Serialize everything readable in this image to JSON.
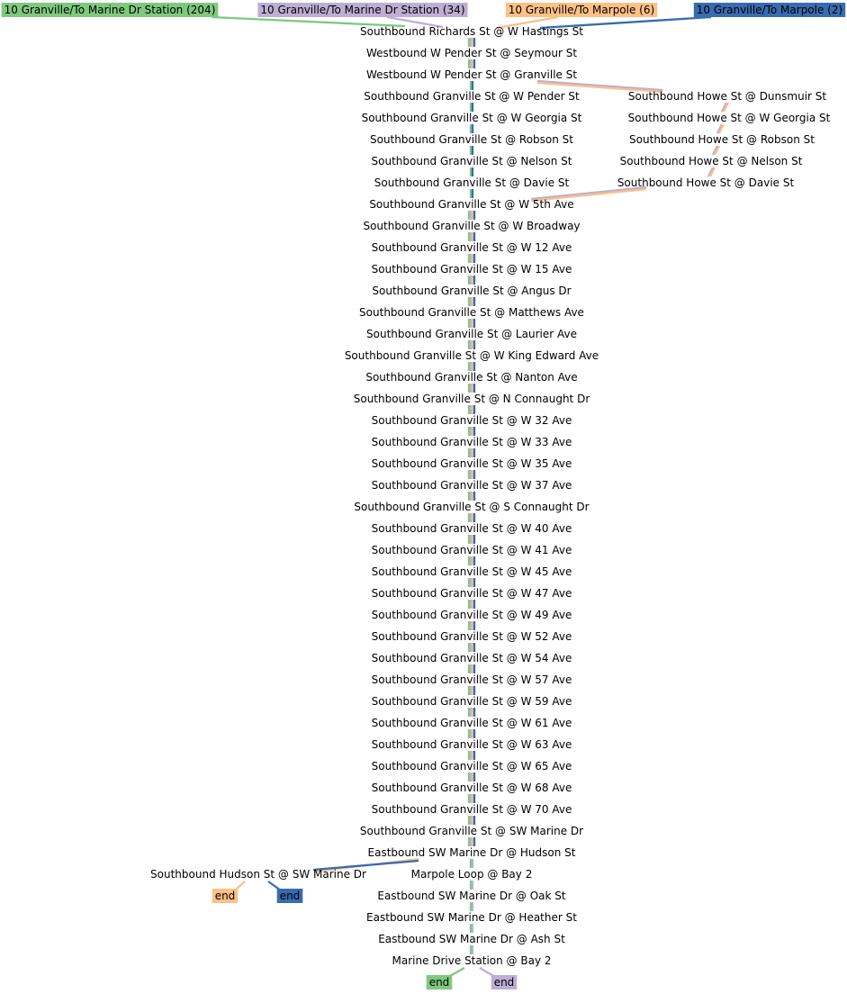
{
  "colors": {
    "route_204": "#7fc97f",
    "route_34": "#beaed4",
    "route_6": "#fdc086",
    "route_2": "#386cb0"
  },
  "routes": [
    {
      "key": "route_204",
      "label": "10 Granville/To Marine Dr Station (204)"
    },
    {
      "key": "route_34",
      "label": "10 Granville/To Marine Dr Station (34)"
    },
    {
      "key": "route_6",
      "label": "10 Granville/To Marpole (6)"
    },
    {
      "key": "route_2",
      "label": "10 Granville/To Marpole (2)"
    }
  ],
  "trunk_stops": [
    "Southbound Richards St @ W Hastings St",
    "Westbound W Pender St @ Seymour St",
    "Westbound W Pender St @ Granville St",
    "Southbound Granville St @ W Pender St",
    "Southbound Granville St @ W Georgia St",
    "Southbound Granville St @ Robson St",
    "Southbound Granville St @ Nelson St",
    "Southbound Granville St @ Davie St",
    "Southbound Granville St @ W 5th Ave",
    "Southbound Granville St @ W Broadway",
    "Southbound Granville St @ W 12 Ave",
    "Southbound Granville St @ W 15 Ave",
    "Southbound Granville St @ Angus Dr",
    "Southbound Granville St @ Matthews Ave",
    "Southbound Granville St @ Laurier Ave",
    "Southbound Granville St @ W King Edward Ave",
    "Southbound Granville St @ Nanton Ave",
    "Southbound Granville St @ N Connaught Dr",
    "Southbound Granville St @ W 32 Ave",
    "Southbound Granville St @ W 33 Ave",
    "Southbound Granville St @ W 35 Ave",
    "Southbound Granville St @ W 37 Ave",
    "Southbound Granville St @ S Connaught Dr",
    "Southbound Granville St @ W 40 Ave",
    "Southbound Granville St @ W 41 Ave",
    "Southbound Granville St @ W 45 Ave",
    "Southbound Granville St @ W 47 Ave",
    "Southbound Granville St @ W 49 Ave",
    "Southbound Granville St @ W 52 Ave",
    "Southbound Granville St @ W 54 Ave",
    "Southbound Granville St @ W 57 Ave",
    "Southbound Granville St @ W 59 Ave",
    "Southbound Granville St @ W 61 Ave",
    "Southbound Granville St @ W 63 Ave",
    "Southbound Granville St @ W 65 Ave",
    "Southbound Granville St @ W 68 Ave",
    "Southbound Granville St @ W 70 Ave",
    "Southbound Granville St @ SW Marine Dr",
    "Eastbound SW Marine Dr @ Hudson St",
    "Marpole Loop @ Bay 2",
    "Eastbound SW Marine Dr @ Oak St",
    "Eastbound SW Marine Dr @ Heather St",
    "Eastbound SW Marine Dr @ Ash St",
    "Marine Drive Station @ Bay 2"
  ],
  "howe_stops": [
    "Southbound Howe St @ Dunsmuir St",
    "Southbound Howe St @ W Georgia St",
    "Southbound Howe St @ Robson St",
    "Southbound Howe St @ Nelson St",
    "Southbound Howe St @ Davie St"
  ],
  "hudson_stop": "Southbound Hudson St @ SW Marine Dr",
  "end_label": "end"
}
